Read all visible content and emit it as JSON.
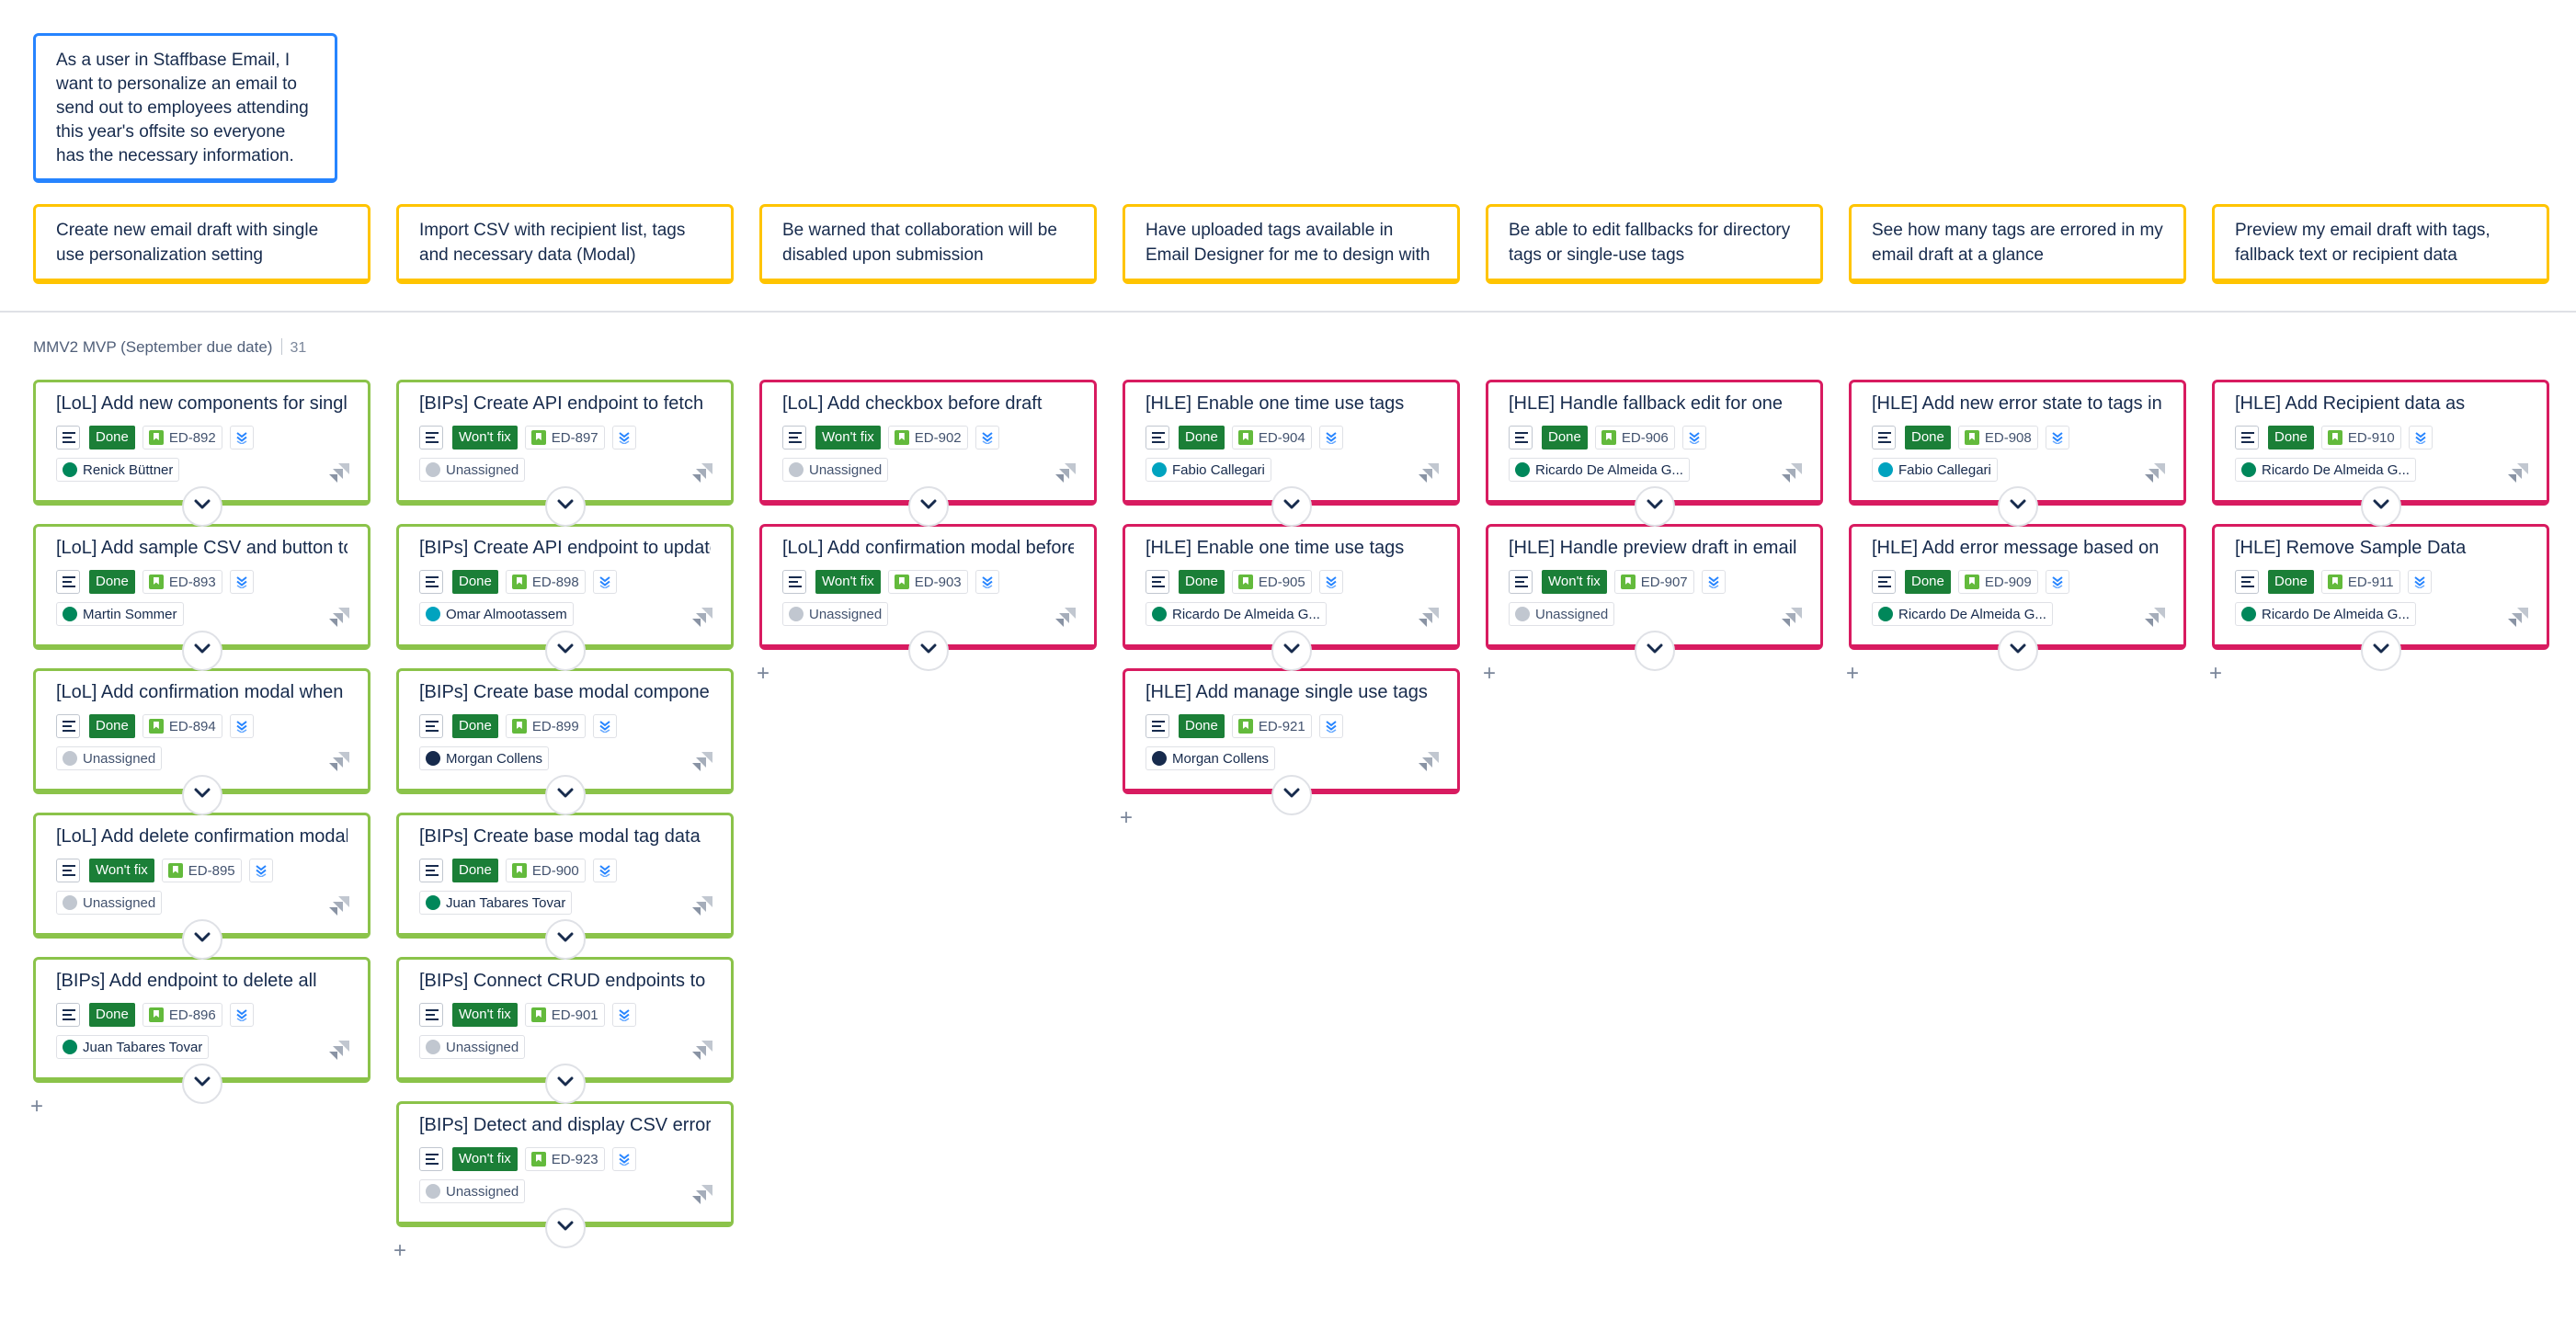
{
  "epic": {
    "text": "As a user in Staffbase Email, I want to personalize an email to send out to employees attending this year's offsite so everyone has the necessary information."
  },
  "features": [
    {
      "text": "Create new email draft with single use personalization setting"
    },
    {
      "text": "Import CSV with recipient list, tags and necessary data (Modal)"
    },
    {
      "text": "Be warned that collaboration will be disabled upon submission"
    },
    {
      "text": "Have uploaded tags available in Email Designer for me to design with"
    },
    {
      "text": "Be able to edit fallbacks for directory tags or single-use tags"
    },
    {
      "text": "See how many tags are errored in my email draft at a glance"
    },
    {
      "text": "Preview my email draft with tags, fallback text or recipient data"
    }
  ],
  "release": {
    "name": "MMV2 MVP (September due date)",
    "count": "31"
  },
  "add_symbol": "+",
  "colors": {
    "epic_border": "#2684ff",
    "feature_border": "#ffc400",
    "story_green": "#8bc34a",
    "story_pink": "#d81b60",
    "status_done": "#1b7f37"
  },
  "icons": {
    "description": "description-lines-icon",
    "story": "story-bookmark-icon",
    "priority": "priority-lowest-icon",
    "jira": "jira-issue-icon",
    "expand": "chevron-down-icon"
  },
  "columns": [
    {
      "cards": [
        {
          "title": "[LoL] Add new components for single",
          "status": "Done",
          "key": "ED-892",
          "assignee": "Renick Büttner",
          "avatar": "green",
          "color": "green"
        },
        {
          "title": "[LoL] Add sample CSV and button to",
          "status": "Done",
          "key": "ED-893",
          "assignee": "Martin Sommer",
          "avatar": "green",
          "color": "green"
        },
        {
          "title": "[LoL] Add confirmation modal when",
          "status": "Done",
          "key": "ED-894",
          "assignee": "Unassigned",
          "avatar": "grey",
          "color": "green"
        },
        {
          "title": "[LoL] Add delete confirmation modal",
          "status": "Won't fix",
          "key": "ED-895",
          "assignee": "Unassigned",
          "avatar": "grey",
          "color": "green"
        },
        {
          "title": "[BIPs] Add endpoint to delete all",
          "status": "Done",
          "key": "ED-896",
          "assignee": "Juan Tabares Tovar",
          "avatar": "green",
          "color": "green"
        }
      ]
    },
    {
      "cards": [
        {
          "title": "[BIPs] Create API endpoint to fetch",
          "status": "Won't fix",
          "key": "ED-897",
          "assignee": "Unassigned",
          "avatar": "grey",
          "color": "green"
        },
        {
          "title": "[BIPs] Create API endpoint to update",
          "status": "Done",
          "key": "ED-898",
          "assignee": "Omar Almootassem",
          "avatar": "teal",
          "color": "green"
        },
        {
          "title": "[BIPs] Create base modal component",
          "status": "Done",
          "key": "ED-899",
          "assignee": "Morgan Collens",
          "avatar": "navy",
          "color": "green"
        },
        {
          "title": "[BIPs] Create base modal tag data",
          "status": "Done",
          "key": "ED-900",
          "assignee": "Juan Tabares Tovar",
          "avatar": "green",
          "color": "green"
        },
        {
          "title": "[BIPs] Connect CRUD endpoints to UI",
          "status": "Won't fix",
          "key": "ED-901",
          "assignee": "Unassigned",
          "avatar": "grey",
          "color": "green"
        },
        {
          "title": "[BIPs] Detect and display CSV errors",
          "status": "Won't fix",
          "key": "ED-923",
          "assignee": "Unassigned",
          "avatar": "grey",
          "color": "green"
        }
      ]
    },
    {
      "cards": [
        {
          "title": "[LoL] Add checkbox before draft",
          "status": "Won't fix",
          "key": "ED-902",
          "assignee": "Unassigned",
          "avatar": "grey",
          "color": "pink"
        },
        {
          "title": "[LoL] Add confirmation modal before",
          "status": "Won't fix",
          "key": "ED-903",
          "assignee": "Unassigned",
          "avatar": "grey",
          "color": "pink"
        }
      ]
    },
    {
      "cards": [
        {
          "title": "[HLE] Enable one time use tags",
          "status": "Done",
          "key": "ED-904",
          "assignee": "Fabio Callegari",
          "avatar": "teal",
          "color": "pink"
        },
        {
          "title": "[HLE] Enable one time use tags",
          "status": "Done",
          "key": "ED-905",
          "assignee": "Ricardo De Almeida G...",
          "avatar": "green",
          "color": "pink"
        },
        {
          "title": "[HLE] Add manage single use tags",
          "status": "Done",
          "key": "ED-921",
          "assignee": "Morgan Collens",
          "avatar": "navy",
          "color": "pink"
        }
      ]
    },
    {
      "cards": [
        {
          "title": "[HLE] Handle fallback edit for one",
          "status": "Done",
          "key": "ED-906",
          "assignee": "Ricardo De Almeida G...",
          "avatar": "green",
          "color": "pink"
        },
        {
          "title": "[HLE] Handle preview draft in email",
          "status": "Won't fix",
          "key": "ED-907",
          "assignee": "Unassigned",
          "avatar": "grey",
          "color": "pink"
        }
      ]
    },
    {
      "cards": [
        {
          "title": "[HLE] Add new error state to tags in",
          "status": "Done",
          "key": "ED-908",
          "assignee": "Fabio Callegari",
          "avatar": "teal",
          "color": "pink"
        },
        {
          "title": "[HLE] Add error message based on",
          "status": "Done",
          "key": "ED-909",
          "assignee": "Ricardo De Almeida G...",
          "avatar": "green",
          "color": "pink"
        }
      ]
    },
    {
      "cards": [
        {
          "title": "[HLE] Add Recipient data as",
          "status": "Done",
          "key": "ED-910",
          "assignee": "Ricardo De Almeida G...",
          "avatar": "green",
          "color": "pink"
        },
        {
          "title": "[HLE] Remove Sample Data",
          "status": "Done",
          "key": "ED-911",
          "assignee": "Ricardo De Almeida G...",
          "avatar": "green",
          "color": "pink"
        }
      ]
    }
  ]
}
